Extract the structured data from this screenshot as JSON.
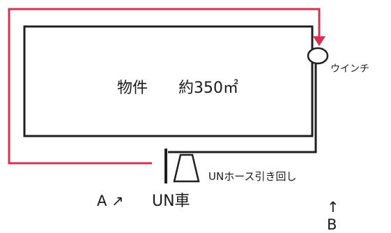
{
  "diagram": {
    "building_label": "物件",
    "area_label": "約350㎡",
    "winch_label": "ウインチ",
    "hose_label": "UNホース引き回し",
    "truck_label": "UN車",
    "point_a_label": "A",
    "point_a_arrow": "↗",
    "point_b_label": "B",
    "point_b_arrow": "↑"
  },
  "colors": {
    "line": "#1f1f1f",
    "route": "#d8314e",
    "background": "#ffffff"
  }
}
